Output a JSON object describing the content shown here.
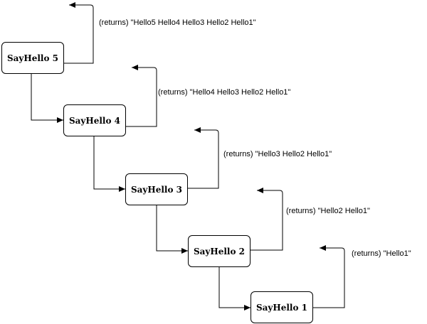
{
  "nodes": [
    {
      "label": "SayHello 5"
    },
    {
      "label": "SayHello 4"
    },
    {
      "label": "SayHello 3"
    },
    {
      "label": "SayHello 2"
    },
    {
      "label": "SayHello 1"
    }
  ],
  "returns": [
    {
      "label": "(returns) \"Hello5 Hello4 Hello3 Hello2 Hello1\""
    },
    {
      "label": "(returns) \"Hello4 Hello3 Hello2 Hello1\""
    },
    {
      "label": "(returns) \"Hello3 Hello2 Hello1\""
    },
    {
      "label": "(returns) \"Hello2 Hello1\""
    },
    {
      "label": "(returns) \"Hello1\""
    }
  ]
}
